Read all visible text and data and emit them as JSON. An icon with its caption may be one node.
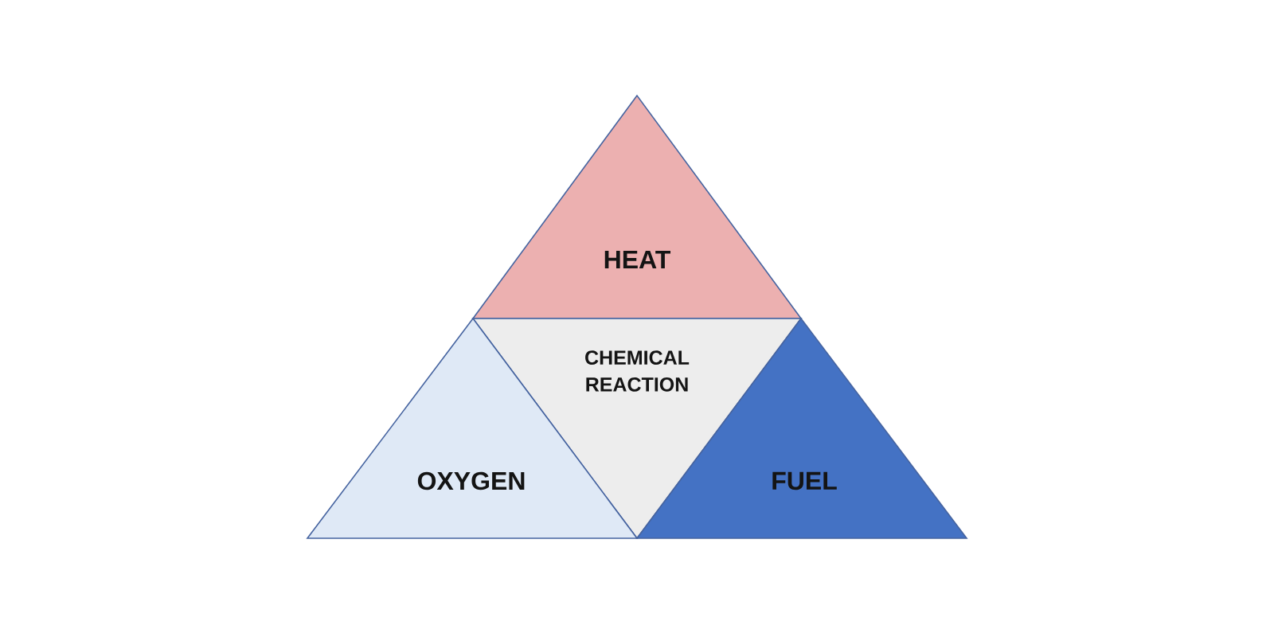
{
  "diagram": {
    "nodes": [
      {
        "text": [
          "HEAT"
        ]
      },
      {
        "text": [
          "CHEMICAL REACTION"
        ]
      },
      {
        "text": [
          "OXYGEN"
        ]
      },
      {
        "text": [
          "FUEL"
        ]
      }
    ]
  }
}
